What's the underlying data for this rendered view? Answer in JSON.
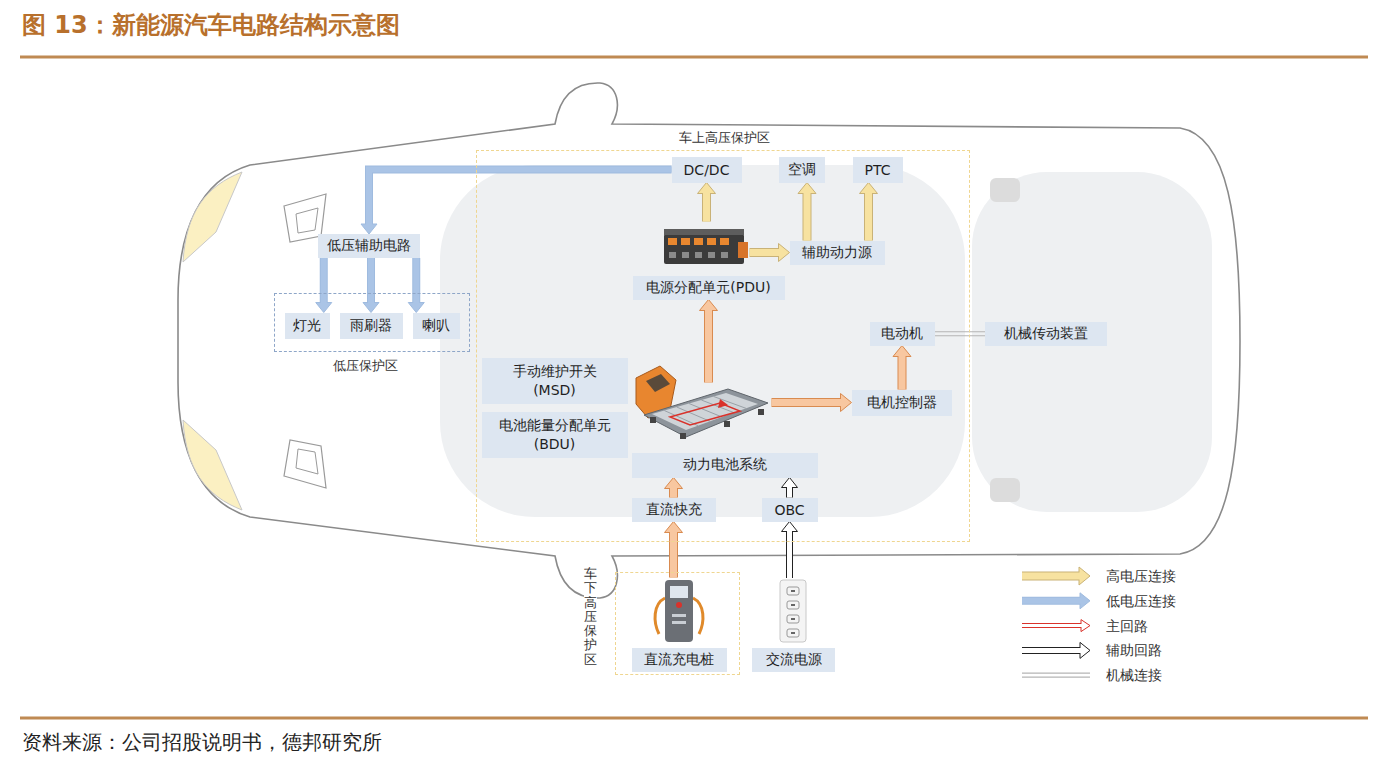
{
  "diagram": {
    "title": "图 13：新能源汽车电路结构示意图",
    "caption": "资料来源：公司招股说明书，德邦研究所",
    "nodes": [
      {
        "text": [
          "车上高压保护区"
        ]
      },
      {
        "text": [
          "DC/DC"
        ],
        "in": 0
      },
      {
        "text": [
          "空调"
        ],
        "in": 0
      },
      {
        "text": [
          "PTC"
        ],
        "in": 0
      },
      {
        "text": [
          "电源分配单元(PDU)"
        ],
        "in": 0
      },
      {
        "text": [
          "辅助动力源"
        ],
        "in": 0
      },
      {
        "text": [
          "低压辅助电路"
        ]
      },
      {
        "text": [
          "低压保护区"
        ]
      },
      {
        "text": [
          "灯光"
        ],
        "in": 7
      },
      {
        "text": [
          "雨刷器"
        ],
        "in": 7
      },
      {
        "text": [
          "喇叭"
        ],
        "in": 7
      },
      {
        "text": [
          "电动机"
        ],
        "in": 0
      },
      {
        "text": [
          "机械传动装置"
        ]
      },
      {
        "text": [
          "手动维护开关 (MSD)"
        ],
        "in": 0
      },
      {
        "text": [
          "电机控制器"
        ],
        "in": 0
      },
      {
        "text": [
          "电池能量分配单元 (BDU)"
        ],
        "in": 0
      },
      {
        "text": [
          "动力电池系统"
        ],
        "in": 0
      },
      {
        "text": [
          "直流快充"
        ],
        "in": 0
      },
      {
        "text": [
          "OBC"
        ],
        "in": 0
      },
      {
        "text": [
          "车下高压保护区"
        ]
      },
      {
        "text": [
          "直流充电桩"
        ],
        "in": 19
      },
      {
        "text": [
          "交流电源"
        ]
      }
    ],
    "edges": [
      {
        "from": 4,
        "to": 1,
        "arrow": "to"
      },
      {
        "from": 4,
        "to": 5,
        "arrow": "to"
      },
      {
        "from": 5,
        "to": 2,
        "arrow": "to"
      },
      {
        "from": 5,
        "to": 3,
        "arrow": "to"
      },
      {
        "from": 1,
        "to": 6,
        "arrow": "to"
      },
      {
        "from": 6,
        "to": 8,
        "arrow": "to"
      },
      {
        "from": 6,
        "to": 9,
        "arrow": "to"
      },
      {
        "from": 6,
        "to": 10,
        "arrow": "to"
      },
      {
        "from": 11,
        "to": 12,
        "arrow": "none"
      },
      {
        "from": 16,
        "to": 4,
        "arrow": "to"
      },
      {
        "from": 16,
        "to": 14,
        "arrow": "to"
      },
      {
        "from": 14,
        "to": 11,
        "arrow": "to"
      },
      {
        "from": 17,
        "to": 16,
        "arrow": "to"
      },
      {
        "from": 18,
        "to": 16,
        "arrow": "to"
      },
      {
        "from": 20,
        "to": 17,
        "arrow": "to"
      },
      {
        "from": 21,
        "to": 18,
        "arrow": "to"
      }
    ],
    "legend": [
      {
        "text": "高电压连接"
      },
      {
        "text": "低电压连接"
      },
      {
        "text": "主回路"
      },
      {
        "text": "辅助回路"
      },
      {
        "text": "机械连接"
      }
    ]
  }
}
